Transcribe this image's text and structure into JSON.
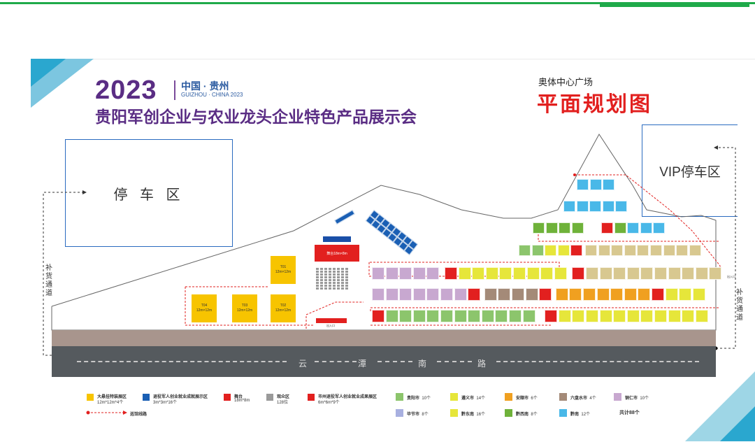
{
  "header": {
    "year": "2023",
    "location_cn": "中国 · 贵州",
    "location_en": "GUIZHOU · CHINA 2023",
    "title": "贵阳军创企业与农业龙头企业特色产品展示会",
    "venue": "奥体中心广场",
    "plan_title": "平面规划图"
  },
  "areas": {
    "parking": "停 车 区",
    "vip_parking": "VIP停车区",
    "supply_left": "补货通道",
    "supply_right": "补货通道",
    "road": [
      "云",
      "潭",
      "南",
      "路"
    ],
    "entrance": "出入口",
    "exit": "出入口"
  },
  "special": {
    "stage": "舞台18m×8m",
    "t01": [
      "T01",
      "12m×12m"
    ],
    "t02": [
      "T02",
      "12m×12m"
    ],
    "t03": [
      "T03",
      "12m×12m"
    ],
    "t04": [
      "T04",
      "12m×12m"
    ]
  },
  "legend": [
    {
      "title": "大悬挂特装展区",
      "sub": "12m*12m*4个",
      "color": "#f7c400"
    },
    {
      "title": "退役军人创业就业成就展示区",
      "sub": "3m*3m*16个",
      "color": "#1a5fb4"
    },
    {
      "title": "舞台",
      "sub": "18m*8m",
      "color": "#e2201f"
    },
    {
      "title": "观众区",
      "sub": "128位",
      "color": "#9a9a9a"
    },
    {
      "title": "市州退役军人创业就业成果展区",
      "sub": "6m*6m*9个",
      "color": "#e2201f"
    }
  ],
  "route_label": "巡馆线路",
  "cities": [
    {
      "name": "贵阳市",
      "count": "10个",
      "color": "#8cc56c"
    },
    {
      "name": "遵义市",
      "count": "14个",
      "color": "#e6e63a"
    },
    {
      "name": "安顺市",
      "count": "6个",
      "color": "#f0a020"
    },
    {
      "name": "六盘水市",
      "count": "4个",
      "color": "#a48a78"
    },
    {
      "name": "铜仁市",
      "count": "10个",
      "color": "#c8a8d0"
    },
    {
      "name": "毕节市",
      "count": "8个",
      "color": "#a8b0e0"
    },
    {
      "name": "黔东南",
      "count": "16个",
      "color": "#e6e63a"
    },
    {
      "name": "黔西南",
      "count": "8个",
      "color": "#6fb23a"
    },
    {
      "name": "黔南",
      "count": "12个",
      "color": "#49b8e8"
    }
  ],
  "total": "共计88个"
}
